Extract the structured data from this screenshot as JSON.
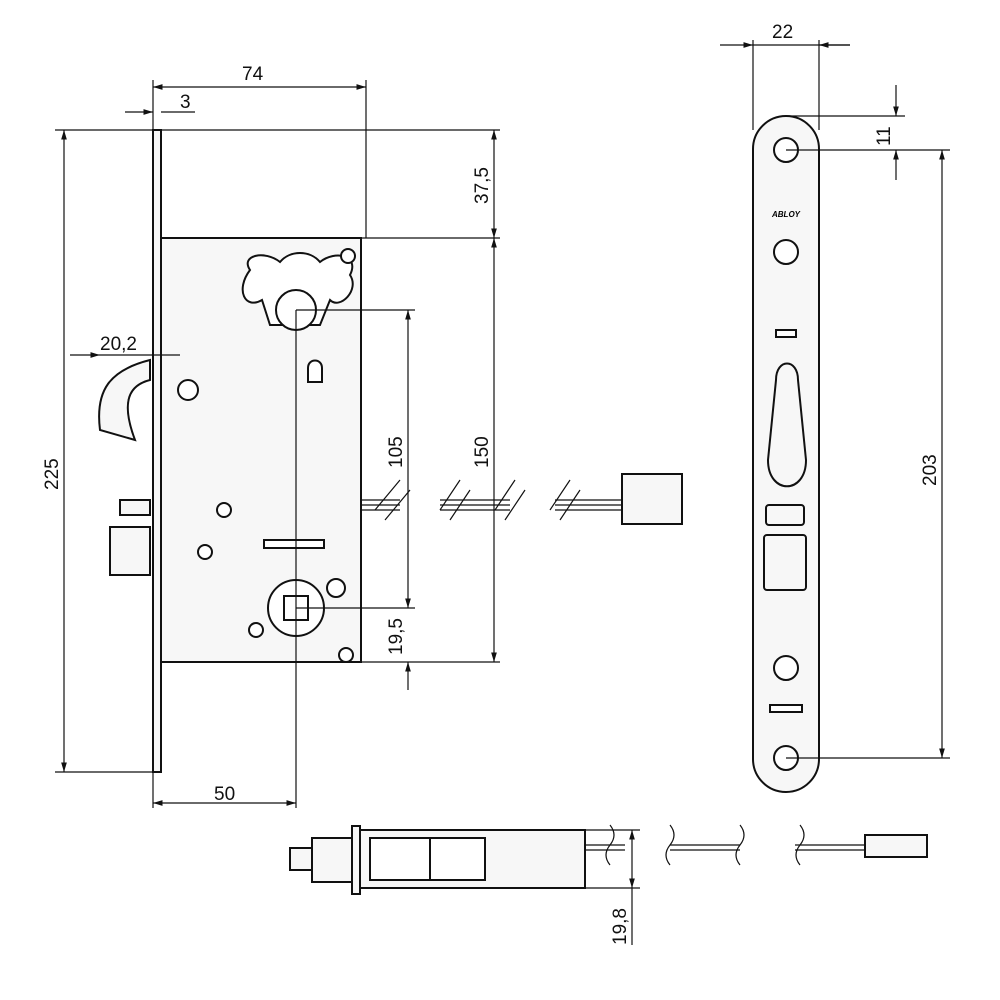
{
  "dimensions": {
    "case_width": "74",
    "faceplate_thickness": "3",
    "top_offset": "37,5",
    "hook_projection": "20,2",
    "total_height": "225",
    "cylinder_to_spindle": "105",
    "case_height": "150",
    "spindle_to_bottom": "19,5",
    "backset": "50",
    "faceplate_width": "22",
    "screw_top_offset": "11",
    "screw_spacing": "203",
    "case_thickness": "19,8"
  },
  "faceplate_logo": "ABLOY",
  "colors": {
    "line": "#111111",
    "fill": "#f7f7f7"
  }
}
